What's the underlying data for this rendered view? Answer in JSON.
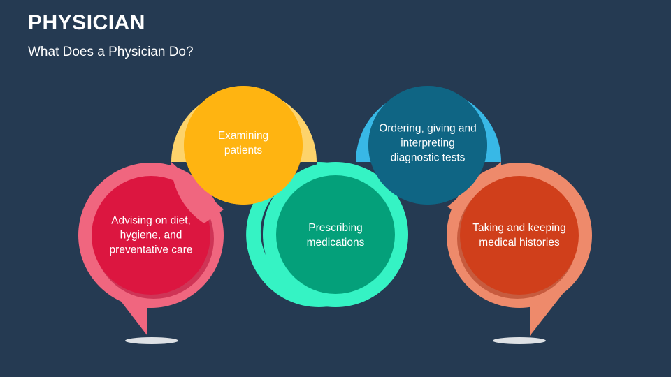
{
  "header": {
    "title": "PHYSICIAN",
    "subtitle": "What Does a Physician Do?"
  },
  "colors": {
    "background": "#253a52",
    "advising_ring": "#f0667f",
    "advising_fill": "#dc1640",
    "examining_ring": "#fdd36b",
    "examining_fill": "#ffb411",
    "prescribing_ring": "#35f3c4",
    "prescribing_fill": "#04a07a",
    "ordering_ring": "#38b8e6",
    "ordering_fill": "#0f6584",
    "histories_ring": "#ee8a6b",
    "histories_fill": "#d03f1b"
  },
  "items": [
    {
      "label": "Advising on diet, hygiene, and preventative care"
    },
    {
      "label": "Examining patients"
    },
    {
      "label": "Prescribing medications"
    },
    {
      "label": "Ordering, giving and interpreting diagnostic tests"
    },
    {
      "label": "Taking and keeping medical histories"
    }
  ]
}
